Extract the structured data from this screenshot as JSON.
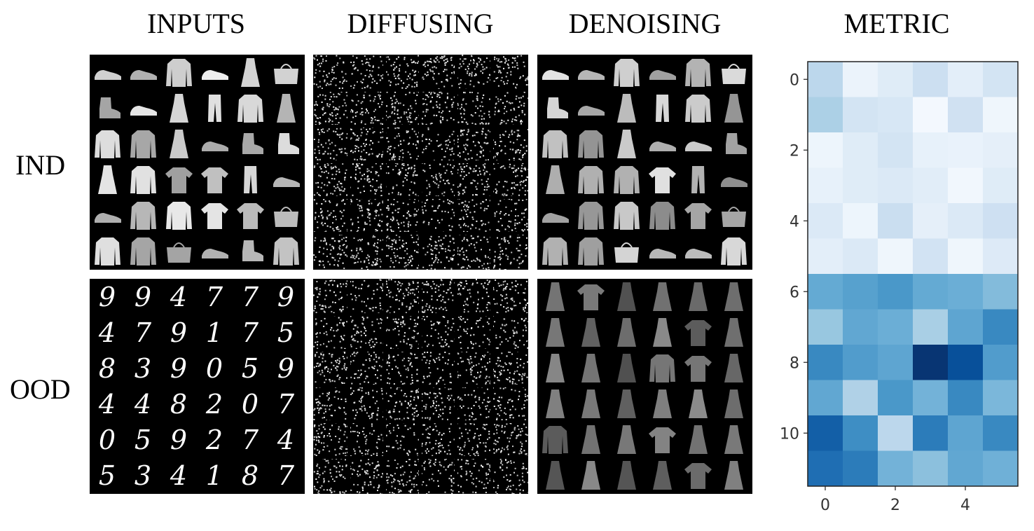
{
  "columns": {
    "inputs": "INPUTS",
    "diffusing": "DIFFUSING",
    "denoising": "DENOISING",
    "metric": "METRIC"
  },
  "rows": {
    "ind": "IND",
    "ood": "OOD"
  },
  "ood_digits": [
    [
      "9",
      "9",
      "4",
      "7",
      "7",
      "9"
    ],
    [
      "4",
      "7",
      "9",
      "1",
      "7",
      "5"
    ],
    [
      "8",
      "3",
      "9",
      "0",
      "5",
      "9"
    ],
    [
      "4",
      "4",
      "8",
      "2",
      "0",
      "7"
    ],
    [
      "0",
      "5",
      "9",
      "2",
      "7",
      "4"
    ],
    [
      "5",
      "3",
      "4",
      "1",
      "8",
      "7"
    ]
  ],
  "ind_items": [
    [
      "sandal",
      "sneaker",
      "shirt",
      "sneaker",
      "dress",
      "bag"
    ],
    [
      "boot",
      "sandal",
      "dress",
      "trouser",
      "shirt",
      "dress"
    ],
    [
      "pullover",
      "pullover",
      "dress",
      "sneaker",
      "boot",
      "boot"
    ],
    [
      "dress",
      "pullover",
      "tshirt",
      "tshirt",
      "trouser",
      "sandal"
    ],
    [
      "sandal",
      "shirt",
      "pullover",
      "tshirt",
      "tshirt",
      "bag"
    ],
    [
      "coat",
      "pullover",
      "bag",
      "sandal",
      "boot",
      "coat"
    ]
  ],
  "denoised_ind_items": [
    [
      "sneaker",
      "sneaker",
      "shirt",
      "sneaker",
      "shirt",
      "bag"
    ],
    [
      "boot",
      "sneaker",
      "dress",
      "trouser",
      "shirt",
      "dress"
    ],
    [
      "pullover",
      "pullover",
      "dress",
      "sneaker",
      "sneaker",
      "boot"
    ],
    [
      "dress",
      "pullover",
      "pullover",
      "tshirt",
      "trouser",
      "sandal"
    ],
    [
      "sneaker",
      "shirt",
      "pullover",
      "pullover",
      "tshirt",
      "bag"
    ],
    [
      "pullover",
      "pullover",
      "bag",
      "sneaker",
      "sneaker",
      "coat"
    ]
  ],
  "denoised_ood_items": [
    [
      "dress",
      "tshirt",
      "dress",
      "dress",
      "dress",
      "dress"
    ],
    [
      "dress",
      "dress",
      "dress",
      "dress",
      "tshirt",
      "dress"
    ],
    [
      "dress",
      "dress",
      "dress",
      "pullover",
      "tshirt",
      "dress"
    ],
    [
      "dress",
      "dress",
      "dress",
      "dress",
      "dress",
      "dress"
    ],
    [
      "pullover",
      "dress",
      "dress",
      "tshirt",
      "dress",
      "dress"
    ],
    [
      "dress",
      "dress",
      "dress",
      "dress",
      "tshirt",
      "dress"
    ]
  ],
  "chart_data": {
    "type": "heatmap",
    "title": "METRIC",
    "colormap": "Blues",
    "xticks": [
      0,
      2,
      4
    ],
    "yticks": [
      0,
      2,
      4,
      6,
      8,
      10
    ],
    "xlim": [
      -0.5,
      5.5
    ],
    "ylim": [
      11.5,
      -0.5
    ],
    "value_range": [
      0,
      1
    ],
    "values": [
      [
        0.28,
        0.06,
        0.12,
        0.22,
        0.1,
        0.18
      ],
      [
        0.33,
        0.18,
        0.16,
        0.02,
        0.2,
        0.04
      ],
      [
        0.05,
        0.12,
        0.18,
        0.08,
        0.07,
        0.09
      ],
      [
        0.08,
        0.12,
        0.14,
        0.11,
        0.03,
        0.12
      ],
      [
        0.14,
        0.05,
        0.23,
        0.09,
        0.14,
        0.21
      ],
      [
        0.1,
        0.14,
        0.04,
        0.19,
        0.04,
        0.13
      ],
      [
        0.52,
        0.56,
        0.6,
        0.52,
        0.5,
        0.44
      ],
      [
        0.39,
        0.53,
        0.5,
        0.34,
        0.54,
        0.66
      ],
      [
        0.66,
        0.58,
        0.54,
        0.98,
        0.88,
        0.58
      ],
      [
        0.53,
        0.32,
        0.6,
        0.48,
        0.66,
        0.46
      ],
      [
        0.82,
        0.64,
        0.28,
        0.71,
        0.54,
        0.66
      ],
      [
        0.76,
        0.71,
        0.48,
        0.42,
        0.53,
        0.49
      ]
    ]
  }
}
